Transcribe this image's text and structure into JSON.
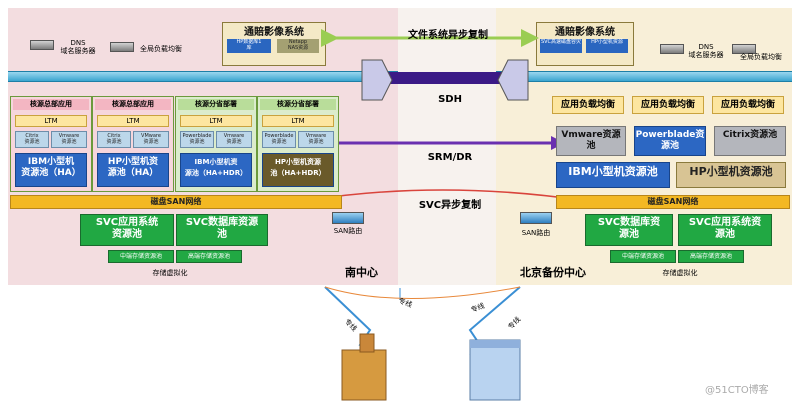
{
  "top_link": {
    "label": "文件系统异步复制"
  },
  "sdh": {
    "label": "SDH"
  },
  "srm": {
    "label": "SRM/DR"
  },
  "svc_async": {
    "label": "SVC异步复制"
  },
  "left_dc": {
    "name": "南中心",
    "dns": {
      "line1": "DNS",
      "line2": "域名服务器"
    },
    "glb": {
      "label": "全局负载均衡"
    },
    "imaging": {
      "title": "通賠影像系统",
      "sub1": "HP数据库1\n库",
      "sub2": "Netapp\nNAS资源"
    },
    "groups": [
      {
        "head": "核源总部应用",
        "ltm": "LTM",
        "pool_a": "Citrix\n资源池",
        "pool_b": "Vmware\n资源池"
      },
      {
        "head": "核源总部应用",
        "ltm": "LTM",
        "pool_a": "Citrix\n资源池",
        "pool_b": "VMware\n资源池"
      },
      {
        "head": "核源分省部署",
        "ltm": "LTM",
        "pool_a": "Powerblade\n资源池",
        "pool_b": "Vmware\n资源池"
      },
      {
        "head": "核源分省部署",
        "ltm": "LTM",
        "pool_a": "Powerblade\n资源池",
        "pool_b": "Vmware\n资源池"
      }
    ],
    "big_pools": [
      {
        "label": "IBM小型机\n资源池（HA）"
      },
      {
        "label": "HP小型机资\n源池（HA）"
      },
      {
        "label": "IBM小型机资\n源池（HA+HDR）"
      },
      {
        "label": "HP小型机资源\n池（HA+HDR）"
      }
    ],
    "san": "磁盘SAN网络",
    "svc_app": "SVC应用系统\n资源池",
    "svc_db": "SVC数据库资源\n池",
    "mid_stor": "中端存储资源池",
    "high_stor": "高端存储资源池",
    "virt": "存储虚拟化",
    "san_router": "SAN路由"
  },
  "right_dc": {
    "name": "北京备份中心",
    "dns": {
      "line1": "DNS",
      "line2": "域名服务器"
    },
    "glb": {
      "label": "全局负载均衡"
    },
    "imaging": {
      "title": "通賠影像系统",
      "sub1": "SVC高速磁盘容灾",
      "sub2": "HP小型机资源"
    },
    "lb": [
      "应用负载均衡",
      "应用负载均衡",
      "应用负载均衡"
    ],
    "pools_row1": [
      "Vmware资源\n池",
      "Powerblade资\n源池",
      "Citrix资源池"
    ],
    "ibm_pool": "IBM小型机资源池",
    "hp_pool": "HP小型机资源池",
    "san": "磁盘SAN网络",
    "svc_db": "SVC数据库资\n源池",
    "svc_app": "SVC应用系统资\n源池",
    "mid_stor": "中端存储资源池",
    "high_stor": "高端存储资源池",
    "virt": "存储虚拟化",
    "san_router": "SAN路由"
  },
  "wan": {
    "line_left_a": "专线",
    "line_left_b": "专线",
    "line_right_a": "专线",
    "line_right_b": "专线"
  },
  "watermark": "@51CTO博客",
  "colors": {
    "blue": "#2c67c3",
    "green": "#21a843",
    "san": "#f3b823",
    "purple": "#5a2aa5",
    "sync_green": "#9acd52"
  }
}
